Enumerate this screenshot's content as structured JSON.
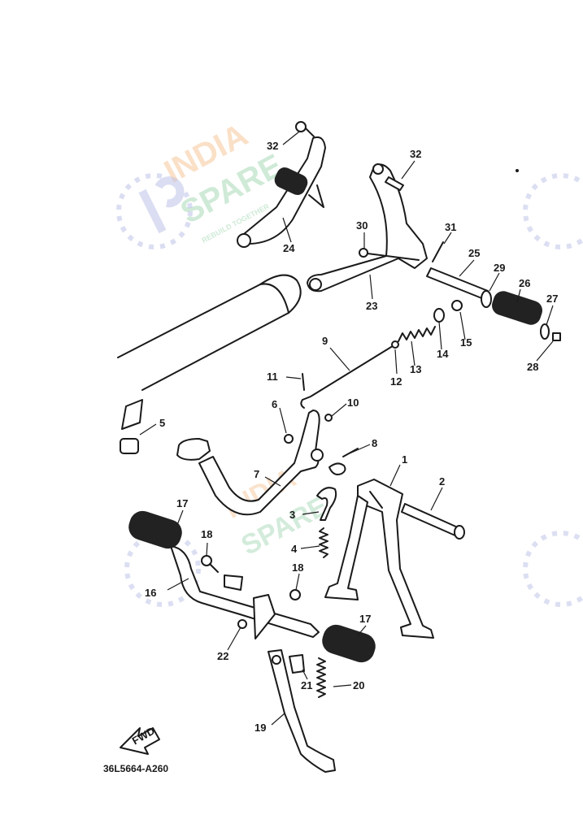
{
  "watermark": {
    "brand_line1": "INDIA",
    "brand_line2": "SPARE",
    "tagline": "REBUILD TOGETHER",
    "colors": {
      "orange": "#f6c79a",
      "green": "#a8d9b8",
      "blue": "#b9bfe6"
    }
  },
  "diagram": {
    "callouts": [
      "1",
      "2",
      "3",
      "4",
      "5",
      "6",
      "7",
      "8",
      "9",
      "10",
      "11",
      "12",
      "13",
      "14",
      "15",
      "16",
      "17",
      "17",
      "18",
      "18",
      "19",
      "20",
      "21",
      "22",
      "23",
      "24",
      "25",
      "26",
      "27",
      "28",
      "29",
      "30",
      "31",
      "32",
      "32"
    ],
    "drawing_code": "36L5664-A260",
    "fwd_label": "FWD"
  }
}
